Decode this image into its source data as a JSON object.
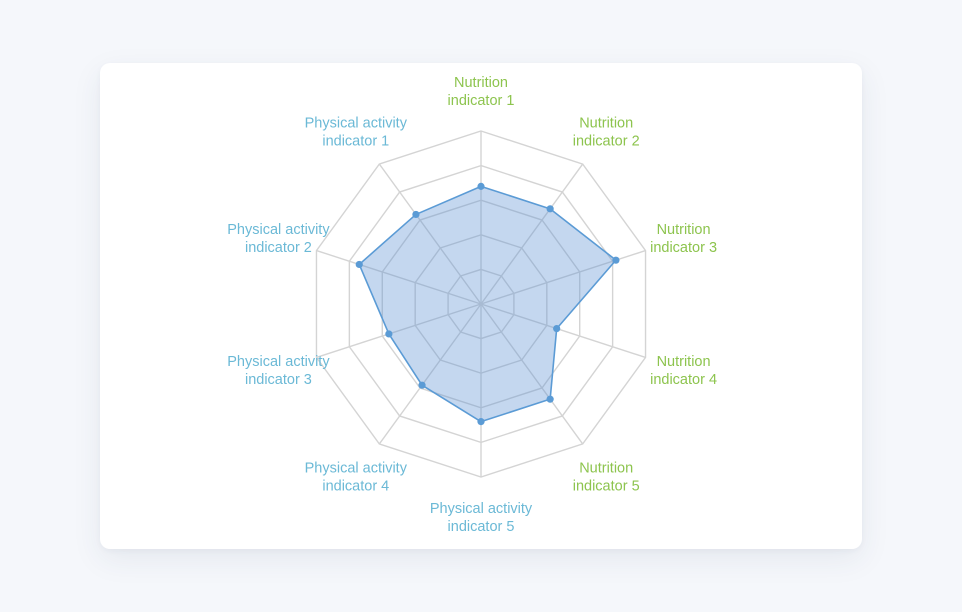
{
  "chart_data": {
    "type": "radar",
    "axes": [
      {
        "label_lines": [
          "Nutrition",
          "indicator 1"
        ],
        "group": "nutrition"
      },
      {
        "label_lines": [
          "Nutrition",
          "indicator 2"
        ],
        "group": "nutrition"
      },
      {
        "label_lines": [
          "Nutrition",
          "indicator 3"
        ],
        "group": "nutrition"
      },
      {
        "label_lines": [
          "Nutrition",
          "indicator 4"
        ],
        "group": "nutrition"
      },
      {
        "label_lines": [
          "Nutrition",
          "indicator 5"
        ],
        "group": "nutrition"
      },
      {
        "label_lines": [
          "Physical activity",
          "indicator 5"
        ],
        "group": "physical"
      },
      {
        "label_lines": [
          "Physical activity",
          "indicator 4"
        ],
        "group": "physical"
      },
      {
        "label_lines": [
          "Physical activity",
          "indicator 3"
        ],
        "group": "physical"
      },
      {
        "label_lines": [
          "Physical activity",
          "indicator 2"
        ],
        "group": "physical"
      },
      {
        "label_lines": [
          "Physical activity",
          "indicator 1"
        ],
        "group": "physical"
      }
    ],
    "range": [
      0,
      5
    ],
    "rings": 5,
    "grid": true,
    "series": [
      {
        "values": [
          3.4,
          3.4,
          4.1,
          2.3,
          3.4,
          3.4,
          2.9,
          2.8,
          3.7,
          3.2
        ]
      }
    ],
    "colors": {
      "nutrition_label": "#8dc44e",
      "physical_label": "#6bb9d6",
      "series_stroke": "#5b9bd5",
      "series_fill": "rgba(91, 143, 212, 0.36)",
      "series_point": "#5b9bd5",
      "grid": "#d4d4d4"
    }
  }
}
